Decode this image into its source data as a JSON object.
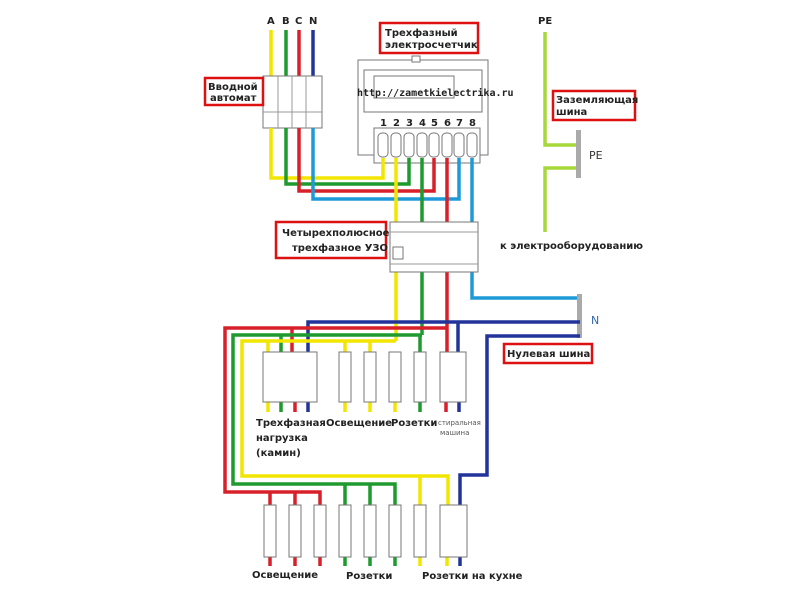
{
  "phases": [
    "A",
    "B",
    "C",
    "N"
  ],
  "labels": {
    "input_breaker": [
      "Вводной",
      "автомат"
    ],
    "meter": [
      "Трехфазный",
      "электросчетчик"
    ],
    "url": "http://zametkielectrika.ru",
    "terminals": [
      "1",
      "2",
      "3",
      "4",
      "5",
      "6",
      "7",
      "8"
    ],
    "rcd": [
      "Четырехполюсное",
      "трехфазное УЗО"
    ],
    "pe_top": "PE",
    "ground_bus": [
      "Заземляющая",
      "шина"
    ],
    "pe_bus": "PE",
    "to_equipment": "к электрооборудованию",
    "n_bus": "N",
    "neutral_bus": "Нулевая шина",
    "three_phase_load": [
      "Трехфазная",
      "нагрузка",
      "(камин)"
    ],
    "lighting_1": "Освещение",
    "sockets_1": "Розетки",
    "washing_machine": [
      "стиральная",
      "машина"
    ],
    "lighting_2": "Освещение",
    "sockets_2": "Розетки",
    "kitchen_sockets": "Розетки на кухне"
  },
  "colors": {
    "phase_a": "#f2e600",
    "phase_b": "#1e9a2e",
    "phase_c": "#d8202a",
    "neutral": "#22349a",
    "neutral_meter": "#1e9ad8",
    "pe": "#a6d83a",
    "callout_border": "#d11111"
  }
}
